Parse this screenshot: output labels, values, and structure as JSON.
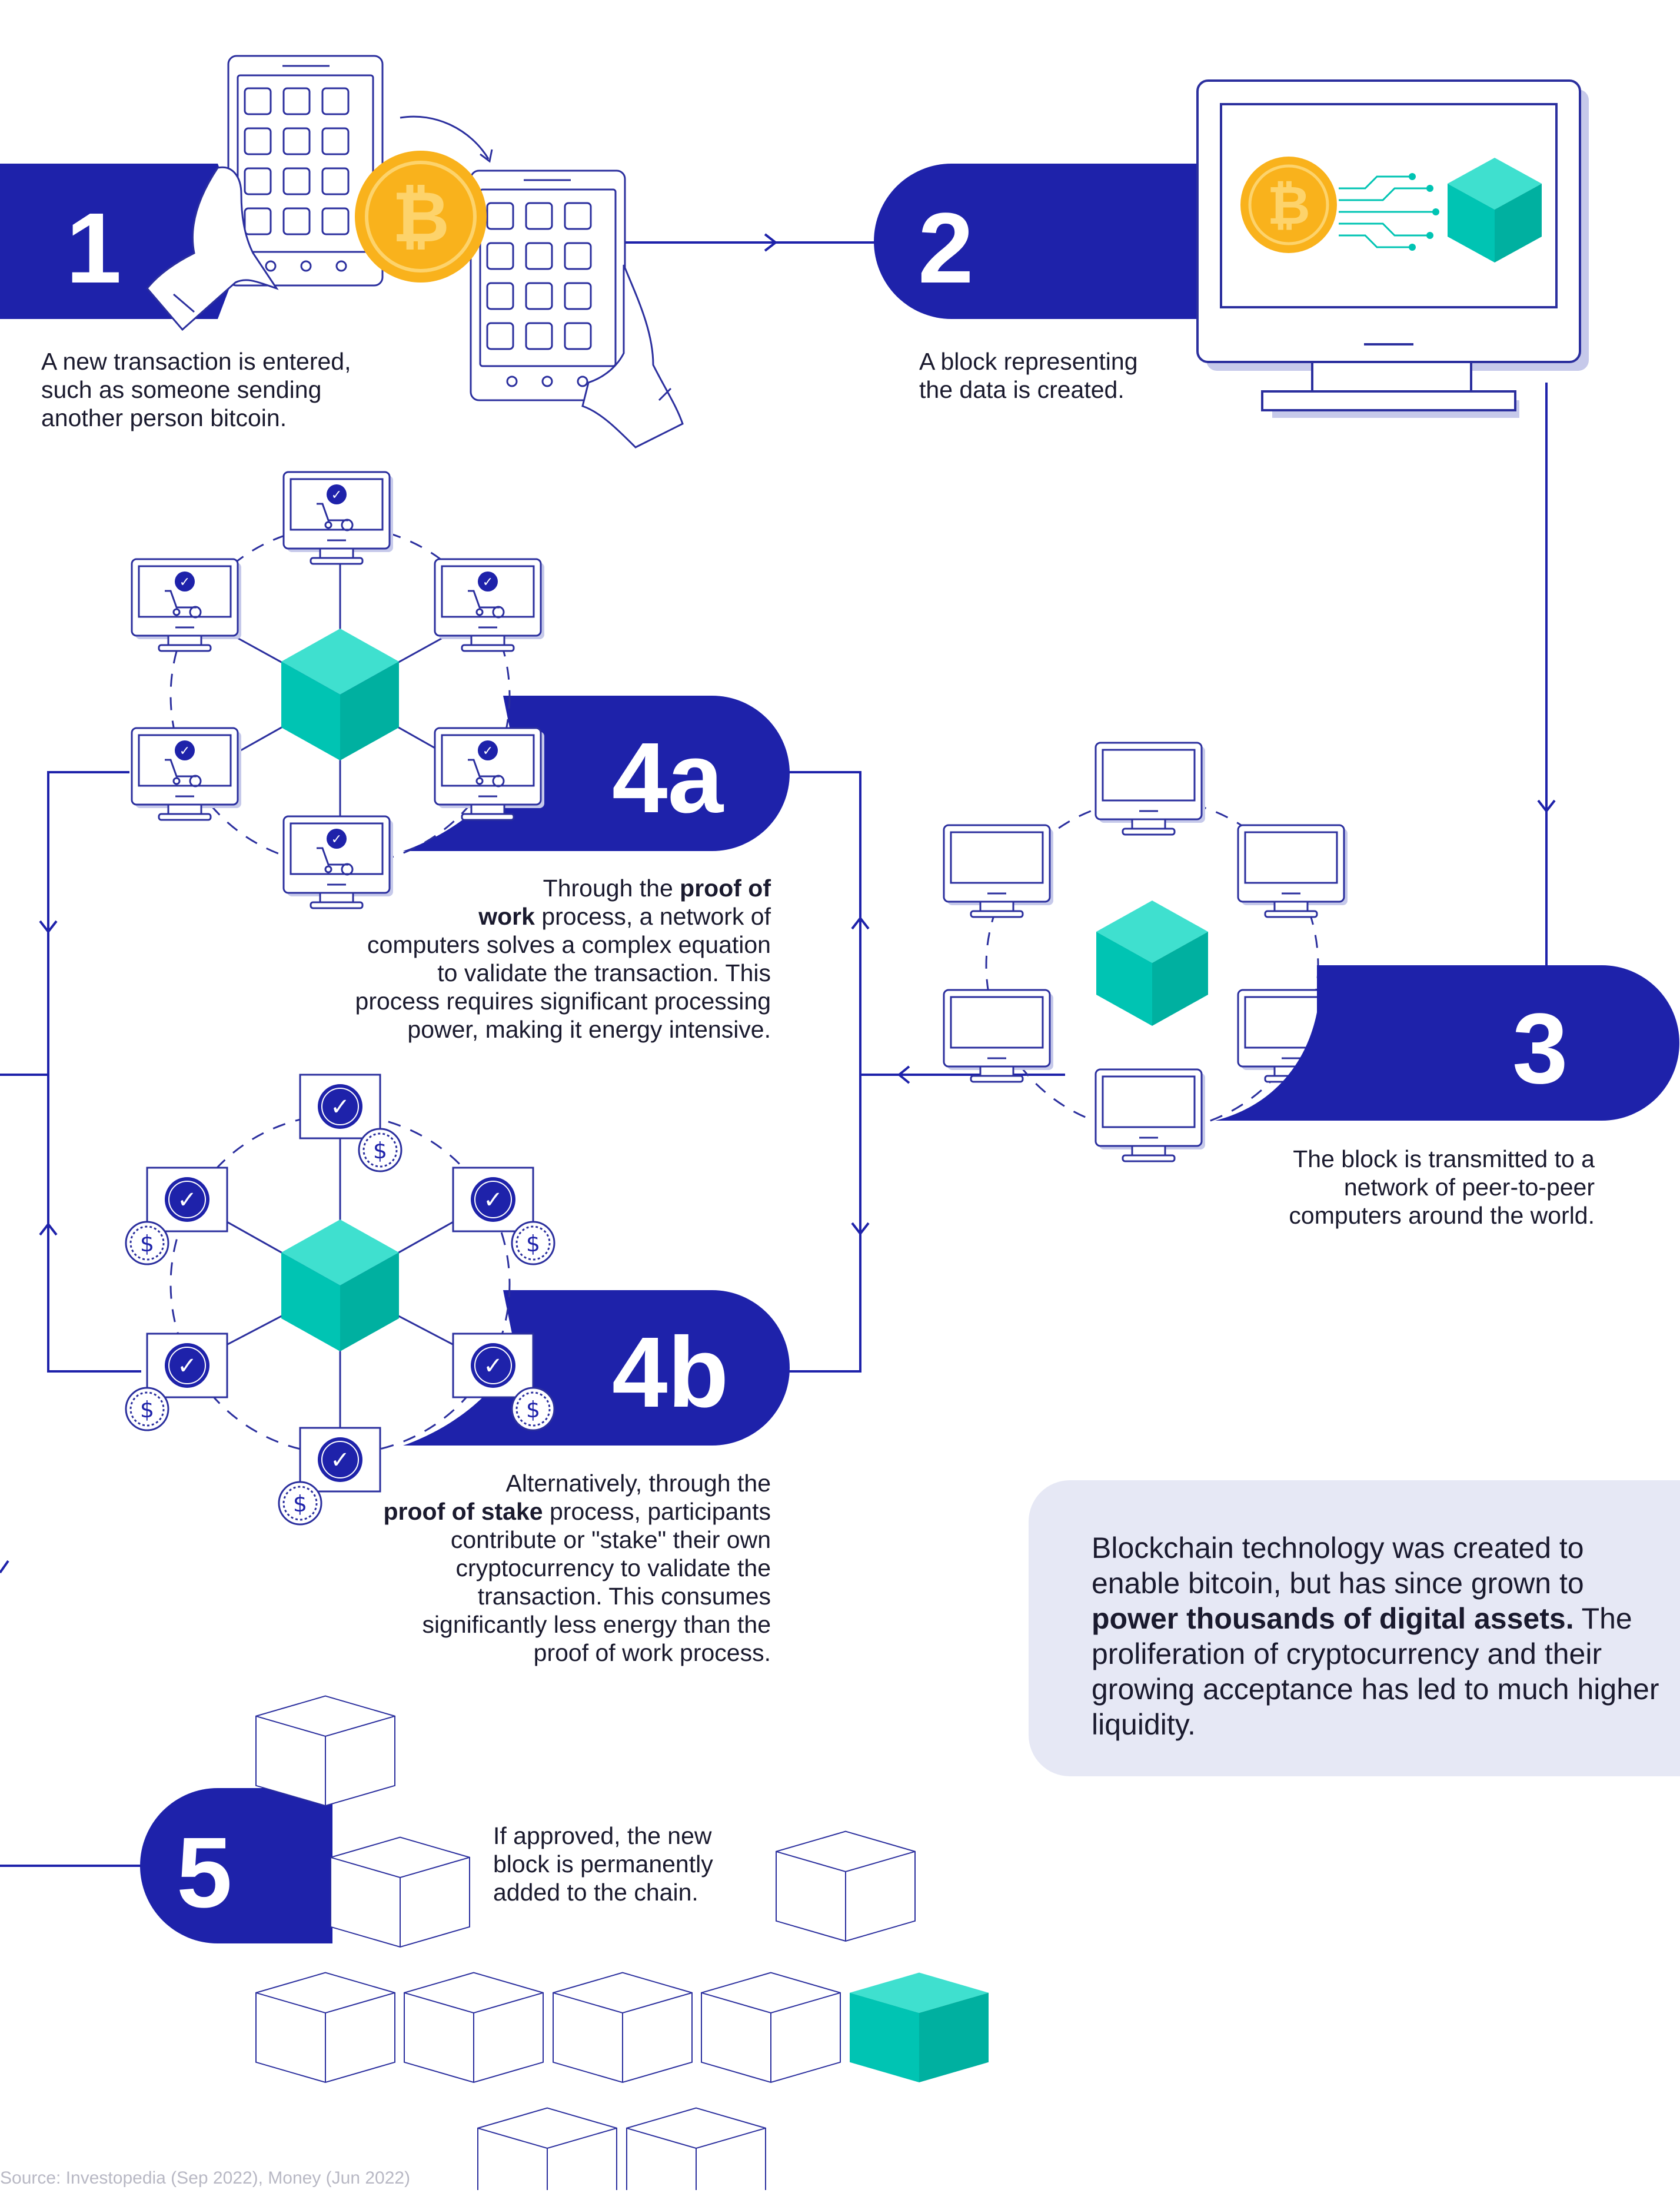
{
  "steps": {
    "s1": {
      "num": "1",
      "text": [
        "A new transaction is entered,",
        "such as someone sending",
        "another person bitcoin."
      ]
    },
    "s2": {
      "num": "2",
      "text": [
        "A block representing",
        "the data is created."
      ]
    },
    "s3": {
      "num": "3",
      "text": [
        "The block is transmitted to a",
        "network of peer-to-peer",
        "computers around the world."
      ]
    },
    "s4a": {
      "num": "4a",
      "lines": [
        [
          {
            "t": "Through the "
          },
          {
            "t": "proof of",
            "b": true
          }
        ],
        [
          {
            "t": "work",
            "b": true
          },
          {
            "t": " process, a network of"
          }
        ],
        [
          {
            "t": "computers solves a complex equation"
          }
        ],
        [
          {
            "t": "to validate the transaction. This"
          }
        ],
        [
          {
            "t": "process requires significant processing"
          }
        ],
        [
          {
            "t": "power, making it energy intensive."
          }
        ]
      ]
    },
    "s4b": {
      "num": "4b",
      "lines": [
        [
          {
            "t": "Alternatively, through the"
          }
        ],
        [
          {
            "t": "proof of stake",
            "b": true
          },
          {
            "t": " process, participants"
          }
        ],
        [
          {
            "t": "contribute or \"stake\" their own"
          }
        ],
        [
          {
            "t": "cryptocurrency to validate the"
          }
        ],
        [
          {
            "t": "transaction. This consumes"
          }
        ],
        [
          {
            "t": "significantly less energy than the"
          }
        ],
        [
          {
            "t": "proof of work process."
          }
        ]
      ]
    },
    "s5": {
      "num": "5",
      "text": [
        "If approved, the new",
        "block is permanently",
        "added to the chain."
      ]
    }
  },
  "callout": {
    "before": "Blockchain technology was created to enable bitcoin, but has since grown to ",
    "bold": "power thousands of digital assets.",
    "after": " The proliferation of cryptocurrency and their growing acceptance has led to much higher liquidity."
  },
  "source": "Source: Investopedia (Sep 2022), Money (Jun 2022)",
  "icons": {
    "coin_symbol": "₿",
    "dollar_symbol": "$",
    "check_symbol": "✓"
  },
  "colors": {
    "navy": "#1e22aa",
    "teal": "#00c4b3",
    "coin": "#f9b21c",
    "line": "#2b2f9e",
    "callout_bg": "#e6e8f5",
    "source": "#b8b8c4"
  }
}
